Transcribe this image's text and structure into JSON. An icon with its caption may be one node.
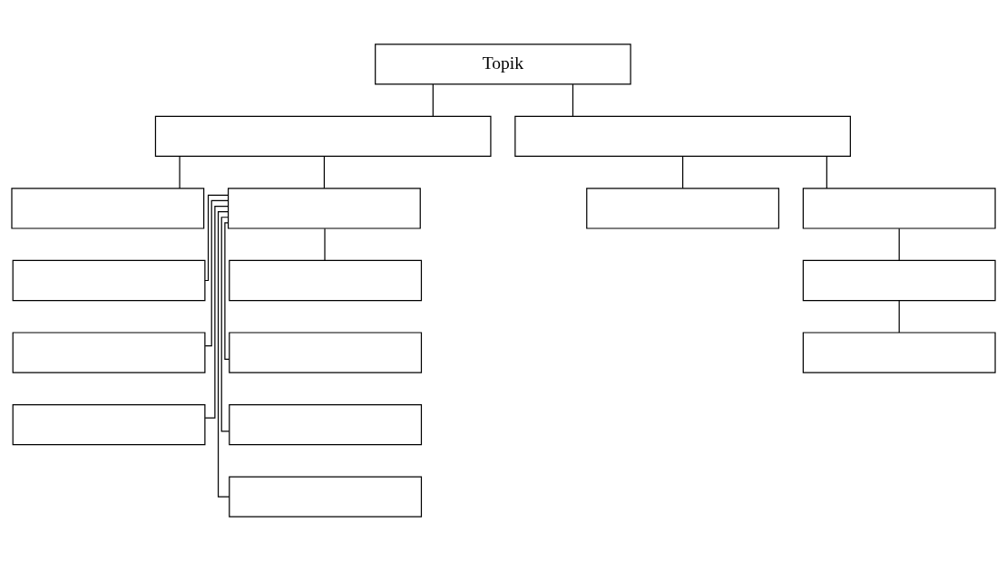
{
  "diagram": {
    "nodes": [
      {
        "text": [
          "Topik"
        ]
      },
      {
        "text": [],
        "shape": "box"
      },
      {
        "text": [],
        "shape": "box"
      },
      {
        "text": [],
        "shape": "box"
      },
      {
        "text": [],
        "shape": "box"
      },
      {
        "text": [],
        "shape": "box"
      },
      {
        "text": [],
        "shape": "box"
      },
      {
        "text": [],
        "shape": "box"
      },
      {
        "text": [],
        "shape": "box"
      },
      {
        "text": [],
        "shape": "box"
      },
      {
        "text": [],
        "shape": "box"
      },
      {
        "text": [],
        "shape": "box"
      },
      {
        "text": [],
        "shape": "box"
      },
      {
        "text": [],
        "shape": "box"
      },
      {
        "text": [],
        "shape": "box"
      },
      {
        "text": [],
        "shape": "box"
      }
    ],
    "edges": [
      {
        "from": 0,
        "to": 1,
        "arrow": "none"
      },
      {
        "from": 0,
        "to": 2,
        "arrow": "none"
      },
      {
        "from": 1,
        "to": 3,
        "arrow": "none"
      },
      {
        "from": 1,
        "to": 4,
        "arrow": "none"
      },
      {
        "from": 4,
        "to": 6,
        "arrow": "none"
      },
      {
        "from": 4,
        "to": 10,
        "arrow": "none"
      },
      {
        "from": 4,
        "to": 12,
        "arrow": "none"
      },
      {
        "from": 4,
        "to": 7,
        "arrow": "none"
      },
      {
        "from": 4,
        "to": 11,
        "arrow": "none"
      },
      {
        "from": 4,
        "to": 14,
        "arrow": "none"
      },
      {
        "from": 4,
        "to": 15,
        "arrow": "none"
      },
      {
        "from": 2,
        "to": 5,
        "arrow": "none"
      },
      {
        "from": 2,
        "to": 8,
        "arrow": "none"
      },
      {
        "from": 8,
        "to": 9,
        "arrow": "none"
      },
      {
        "from": 9,
        "to": 13,
        "arrow": "none"
      }
    ]
  }
}
